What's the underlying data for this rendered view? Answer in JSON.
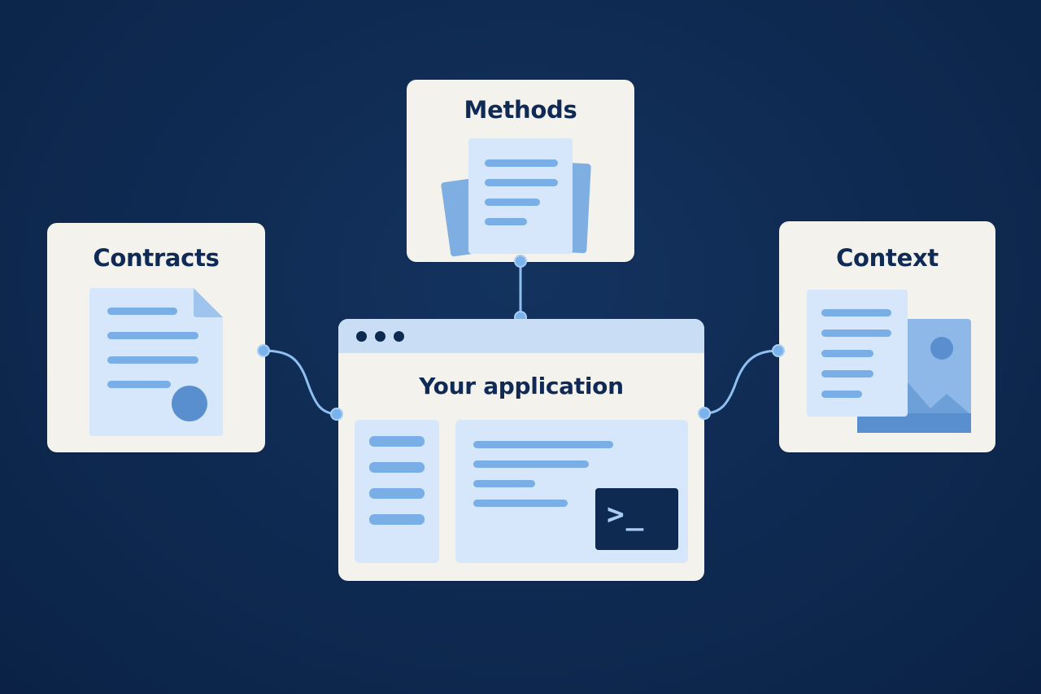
{
  "diagram": {
    "methods": {
      "title": "Methods"
    },
    "contracts": {
      "title": "Contracts"
    },
    "context": {
      "title": "Context"
    },
    "application": {
      "title": "Your application",
      "terminal_prompt": ">_"
    }
  },
  "colors": {
    "background": "#0f2b53",
    "card": "#f4f2ec",
    "title_text": "#102a56",
    "accent_light": "#d6e7fb",
    "accent_mid": "#7aaee6",
    "accent_dark": "#5a8fcf",
    "terminal": "#0f2a50"
  }
}
